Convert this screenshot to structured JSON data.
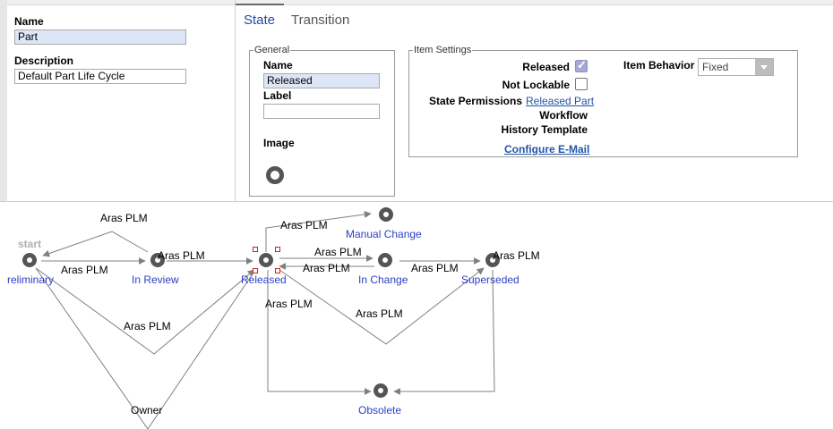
{
  "form": {
    "name_label": "Name",
    "name_value": "Part",
    "description_label": "Description",
    "description_value": "Default Part Life Cycle"
  },
  "tabs": [
    {
      "label": "State",
      "active": true
    },
    {
      "label": "Transition",
      "active": false
    }
  ],
  "general": {
    "legend": "General",
    "name_label": "Name",
    "name_value": "Released",
    "label_label": "Label",
    "label_value": "",
    "image_label": "Image",
    "image_icon": "state-ring-icon"
  },
  "item_settings": {
    "legend": "Item Settings",
    "released_label": "Released",
    "released_checked": true,
    "not_lockable_label": "Not Lockable",
    "not_lockable_checked": false,
    "state_permissions_label": "State Permissions",
    "state_permissions_value": "Released Part",
    "workflow_label": "Workflow",
    "history_template_label": "History Template",
    "configure_email": "Configure E-Mail",
    "item_behavior_label": "Item Behavior",
    "item_behavior_value": "Fixed"
  },
  "diagram": {
    "start_label": "start",
    "nodes": {
      "preliminary": "reliminary",
      "in_review": "In Review",
      "released": "Released",
      "manual_change": "Manual Change",
      "in_change": "In Change",
      "superseded": "Superseded",
      "obsolete": "Obsolete"
    },
    "transitions": {
      "t_review_to_prelim": "Aras PLM",
      "t_prelim_to_review": "Aras PLM",
      "t_review_to_released": "Aras PLM",
      "t_prelim_to_released": "Aras PLM",
      "t_released_to_manual": "Aras PLM",
      "t_released_to_inchange": "Aras PLM",
      "t_inchange_to_released": "Aras PLM",
      "t_inchange_to_superseded": "Aras PLM",
      "t_superseded_label": "Aras PLM",
      "t_released_to_superseded": "Aras PLM",
      "t_released_to_obsolete": "Aras PLM",
      "t_owner": "Owner"
    },
    "colors": {
      "node_ring": "#555555",
      "state_text": "#2b3fc5",
      "edge": "#808080"
    }
  }
}
